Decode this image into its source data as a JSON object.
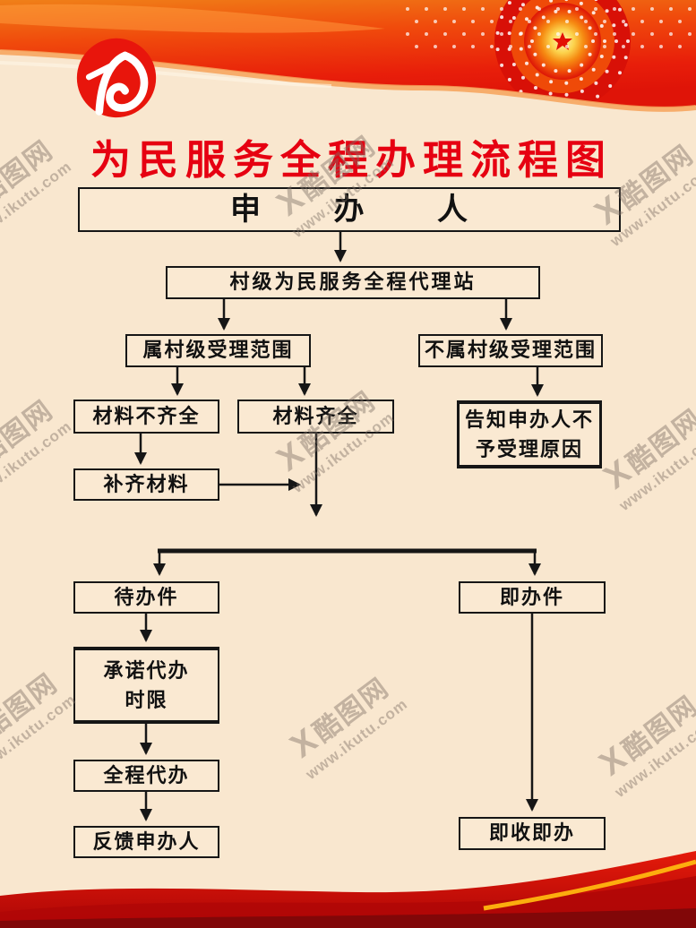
{
  "title": "为民服务全程办理流程图",
  "nodes": {
    "applicant": {
      "label": "申 办 人"
    },
    "station": {
      "label": "村级为民服务全程代理站"
    },
    "in_scope": {
      "label": "属村级受理范围"
    },
    "out_scope": {
      "label": "不属村级受理范围"
    },
    "incomplete": {
      "label": "材料不齐全"
    },
    "complete": {
      "label": "材料齐全"
    },
    "notify": {
      "label": "告知申办人不予受理原因",
      "line1": "告知申办人不",
      "line2": "予受理原因"
    },
    "supplement": {
      "label": "补齐材料"
    },
    "pending": {
      "label": "待办件"
    },
    "promise": {
      "label": "承诺代办时限",
      "line1": "承诺代办",
      "line2": "时限"
    },
    "full_agency": {
      "label": "全程代办"
    },
    "feedback": {
      "label": "反馈申办人"
    },
    "immediate": {
      "label": "即办件"
    },
    "receive": {
      "label": "即收即办"
    }
  },
  "edges": [
    {
      "from": "申办人",
      "to": "村级为民服务全程代理站"
    },
    {
      "from": "村级为民服务全程代理站",
      "to": "属村级受理范围"
    },
    {
      "from": "村级为民服务全程代理站",
      "to": "不属村级受理范围"
    },
    {
      "from": "属村级受理范围",
      "to": "材料不齐全"
    },
    {
      "from": "属村级受理范围",
      "to": "材料齐全"
    },
    {
      "from": "不属村级受理范围",
      "to": "告知申办人不予受理原因"
    },
    {
      "from": "材料不齐全",
      "to": "补齐材料"
    },
    {
      "from": "补齐材料",
      "to": "汇合点"
    },
    {
      "from": "材料齐全",
      "to": "汇合点"
    },
    {
      "from": "汇合点",
      "to": "待办件"
    },
    {
      "from": "汇合点",
      "to": "即办件"
    },
    {
      "from": "待办件",
      "to": "承诺代办时限"
    },
    {
      "from": "承诺代办时限",
      "to": "全程代办"
    },
    {
      "from": "全程代办",
      "to": "反馈申办人"
    },
    {
      "from": "即办件",
      "to": "即收即办"
    }
  ],
  "watermark": {
    "mark": "X",
    "brand": "酷图网",
    "site": "www.ikutu.com"
  },
  "colors": {
    "background": "#F9E7CF",
    "title_red": "#E60011",
    "line_black": "#161616",
    "header_orange": "#F08018",
    "header_red": "#E8220B",
    "footer_red": "#CE0B08",
    "accent_yellow": "#FFB60F",
    "logo_red": "#E8150C"
  }
}
